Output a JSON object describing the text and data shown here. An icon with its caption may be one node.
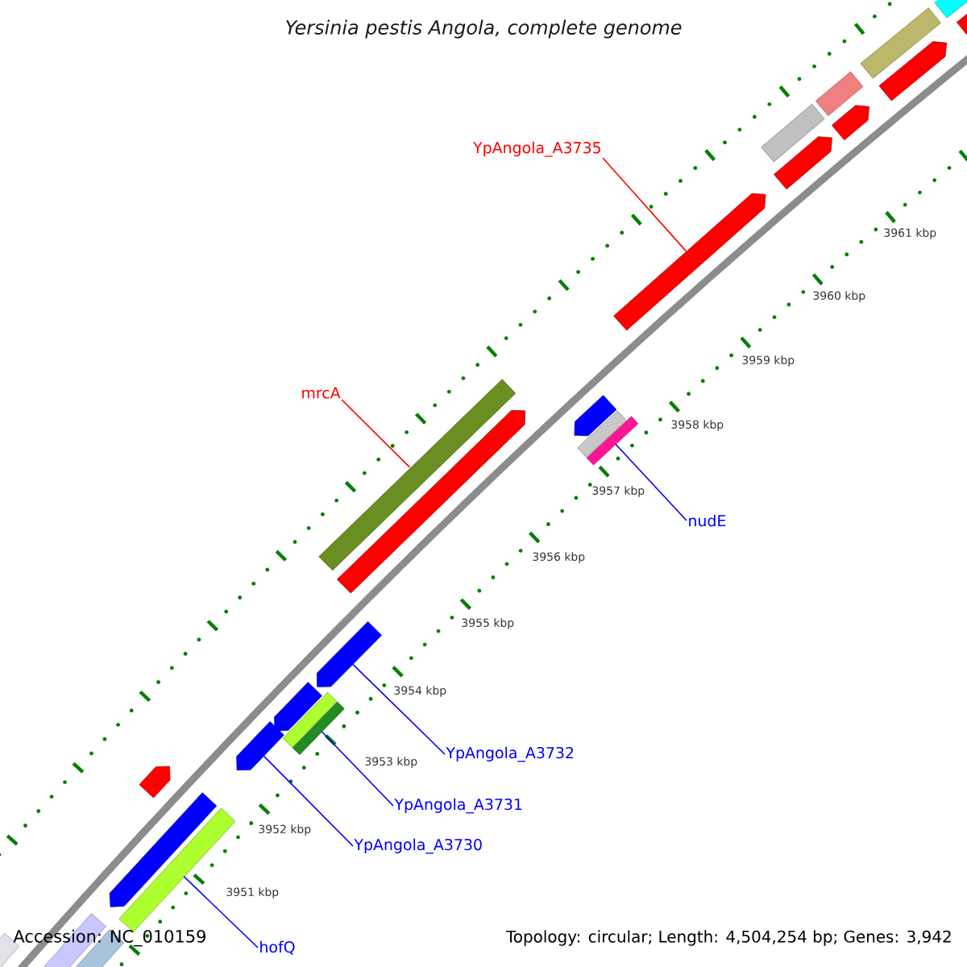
{
  "diagram": {
    "title": "Yersinia pestis Angola, complete genome",
    "nodes": [
      {
        "text": [
          "YpAngola_A3735"
        ]
      },
      {
        "text": [
          "mrcA"
        ]
      },
      {
        "text": [
          "nudE"
        ]
      },
      {
        "text": [
          "YpAngola_A3732"
        ]
      },
      {
        "text": [
          "YpAngola_A3731"
        ]
      },
      {
        "text": [
          "YpAngola_A3730"
        ]
      },
      {
        "text": [
          "hofQ"
        ]
      },
      {
        "text": [],
        "shape": "bar"
      },
      {
        "text": [],
        "shape": "pentagon"
      },
      {
        "text": [],
        "shape": "bar"
      },
      {
        "text": [],
        "shape": "bar"
      },
      {
        "text": [],
        "shape": "pentagon"
      },
      {
        "text": [],
        "shape": "pentagon"
      },
      {
        "text": [],
        "shape": "pentagon"
      },
      {
        "text": [],
        "shape": "pentagon"
      },
      {
        "text": [],
        "shape": "bar"
      },
      {
        "text": [],
        "shape": "bar"
      },
      {
        "text": [],
        "shape": "pentagon"
      },
      {
        "text": [],
        "shape": "pentagon"
      },
      {
        "text": [],
        "shape": "bar"
      },
      {
        "text": [],
        "shape": "bar"
      },
      {
        "text": [],
        "shape": "pentagon"
      },
      {
        "text": [],
        "shape": "bar"
      },
      {
        "text": [],
        "shape": "pentagon"
      },
      {
        "text": [],
        "shape": "pentagon"
      },
      {
        "text": [],
        "shape": "bar"
      },
      {
        "text": [],
        "shape": "pentagon"
      },
      {
        "text": [],
        "shape": "bar"
      },
      {
        "text": [],
        "shape": "pentagon"
      },
      {
        "text": [],
        "shape": "bar"
      },
      {
        "text": [],
        "shape": "bar"
      },
      {
        "text": [],
        "shape": "pentagon"
      }
    ],
    "edges": [
      {
        "from": 0,
        "to": 23,
        "arrow": "none",
        "color": "#ff0000"
      },
      {
        "from": 1,
        "to": 19,
        "arrow": "none",
        "color": "#ff0000"
      },
      {
        "from": 2,
        "to": 22,
        "arrow": "none"
      },
      {
        "from": 3,
        "to": 17,
        "arrow": "none"
      },
      {
        "from": 4,
        "to": 16,
        "arrow": "none"
      },
      {
        "from": 5,
        "to": 13,
        "arrow": "none"
      },
      {
        "from": 6,
        "to": 10,
        "arrow": "none"
      }
    ],
    "labels": [
      "3961 kbp",
      "3960 kbp",
      "3959 kbp",
      "3958 kbp",
      "3957 kbp",
      "3956 kbp",
      "3955 kbp",
      "3954 kbp",
      "3953 kbp",
      "3952 kbp",
      "3951 kbp",
      "Accession: NC_010159",
      "Topology: circular; Length: 4,504,254 bp; Genes: 3,942"
    ]
  }
}
